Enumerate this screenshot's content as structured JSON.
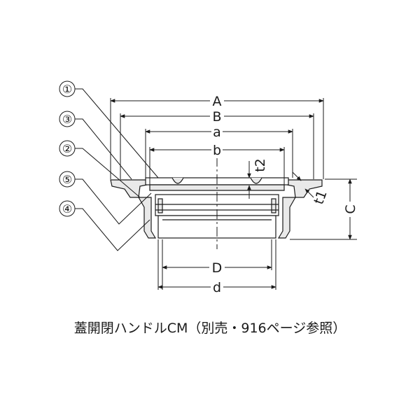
{
  "dimensions": {
    "A": "A",
    "B": "B",
    "a": "a",
    "b": "b",
    "C": "C",
    "D": "D",
    "d": "d",
    "t1": "t1",
    "t2": "t2"
  },
  "parts": [
    "①",
    "③",
    "②",
    "⑤",
    "④"
  ],
  "caption": "蓋開閉ハンドルCM（別売・916ページ参照）",
  "colors": {
    "line": "#1a1a1a",
    "fill": "#e9e9e9",
    "background": "#ffffff"
  }
}
